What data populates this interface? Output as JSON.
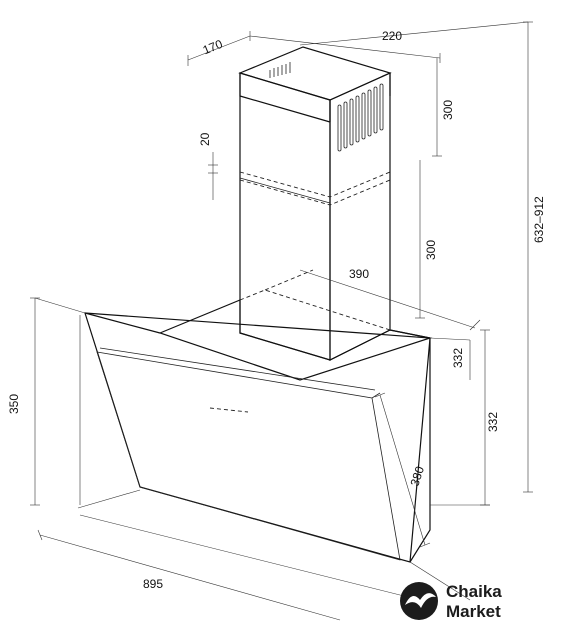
{
  "dimensions": {
    "chimney_depth": "170",
    "chimney_width": "220",
    "upper_chimney_height": "300",
    "overlap": "20",
    "lower_chimney_height": "300",
    "total_height": "632–912",
    "back_depth": "390",
    "hood_depth_top": "332",
    "hood_depth_side": "332",
    "hood_height": "350",
    "glass_height": "380",
    "hood_width": "895"
  },
  "logo": {
    "line1": "Chaika",
    "line2": "Market",
    "icon": "seagull-icon",
    "color": "#1c1c1c"
  }
}
